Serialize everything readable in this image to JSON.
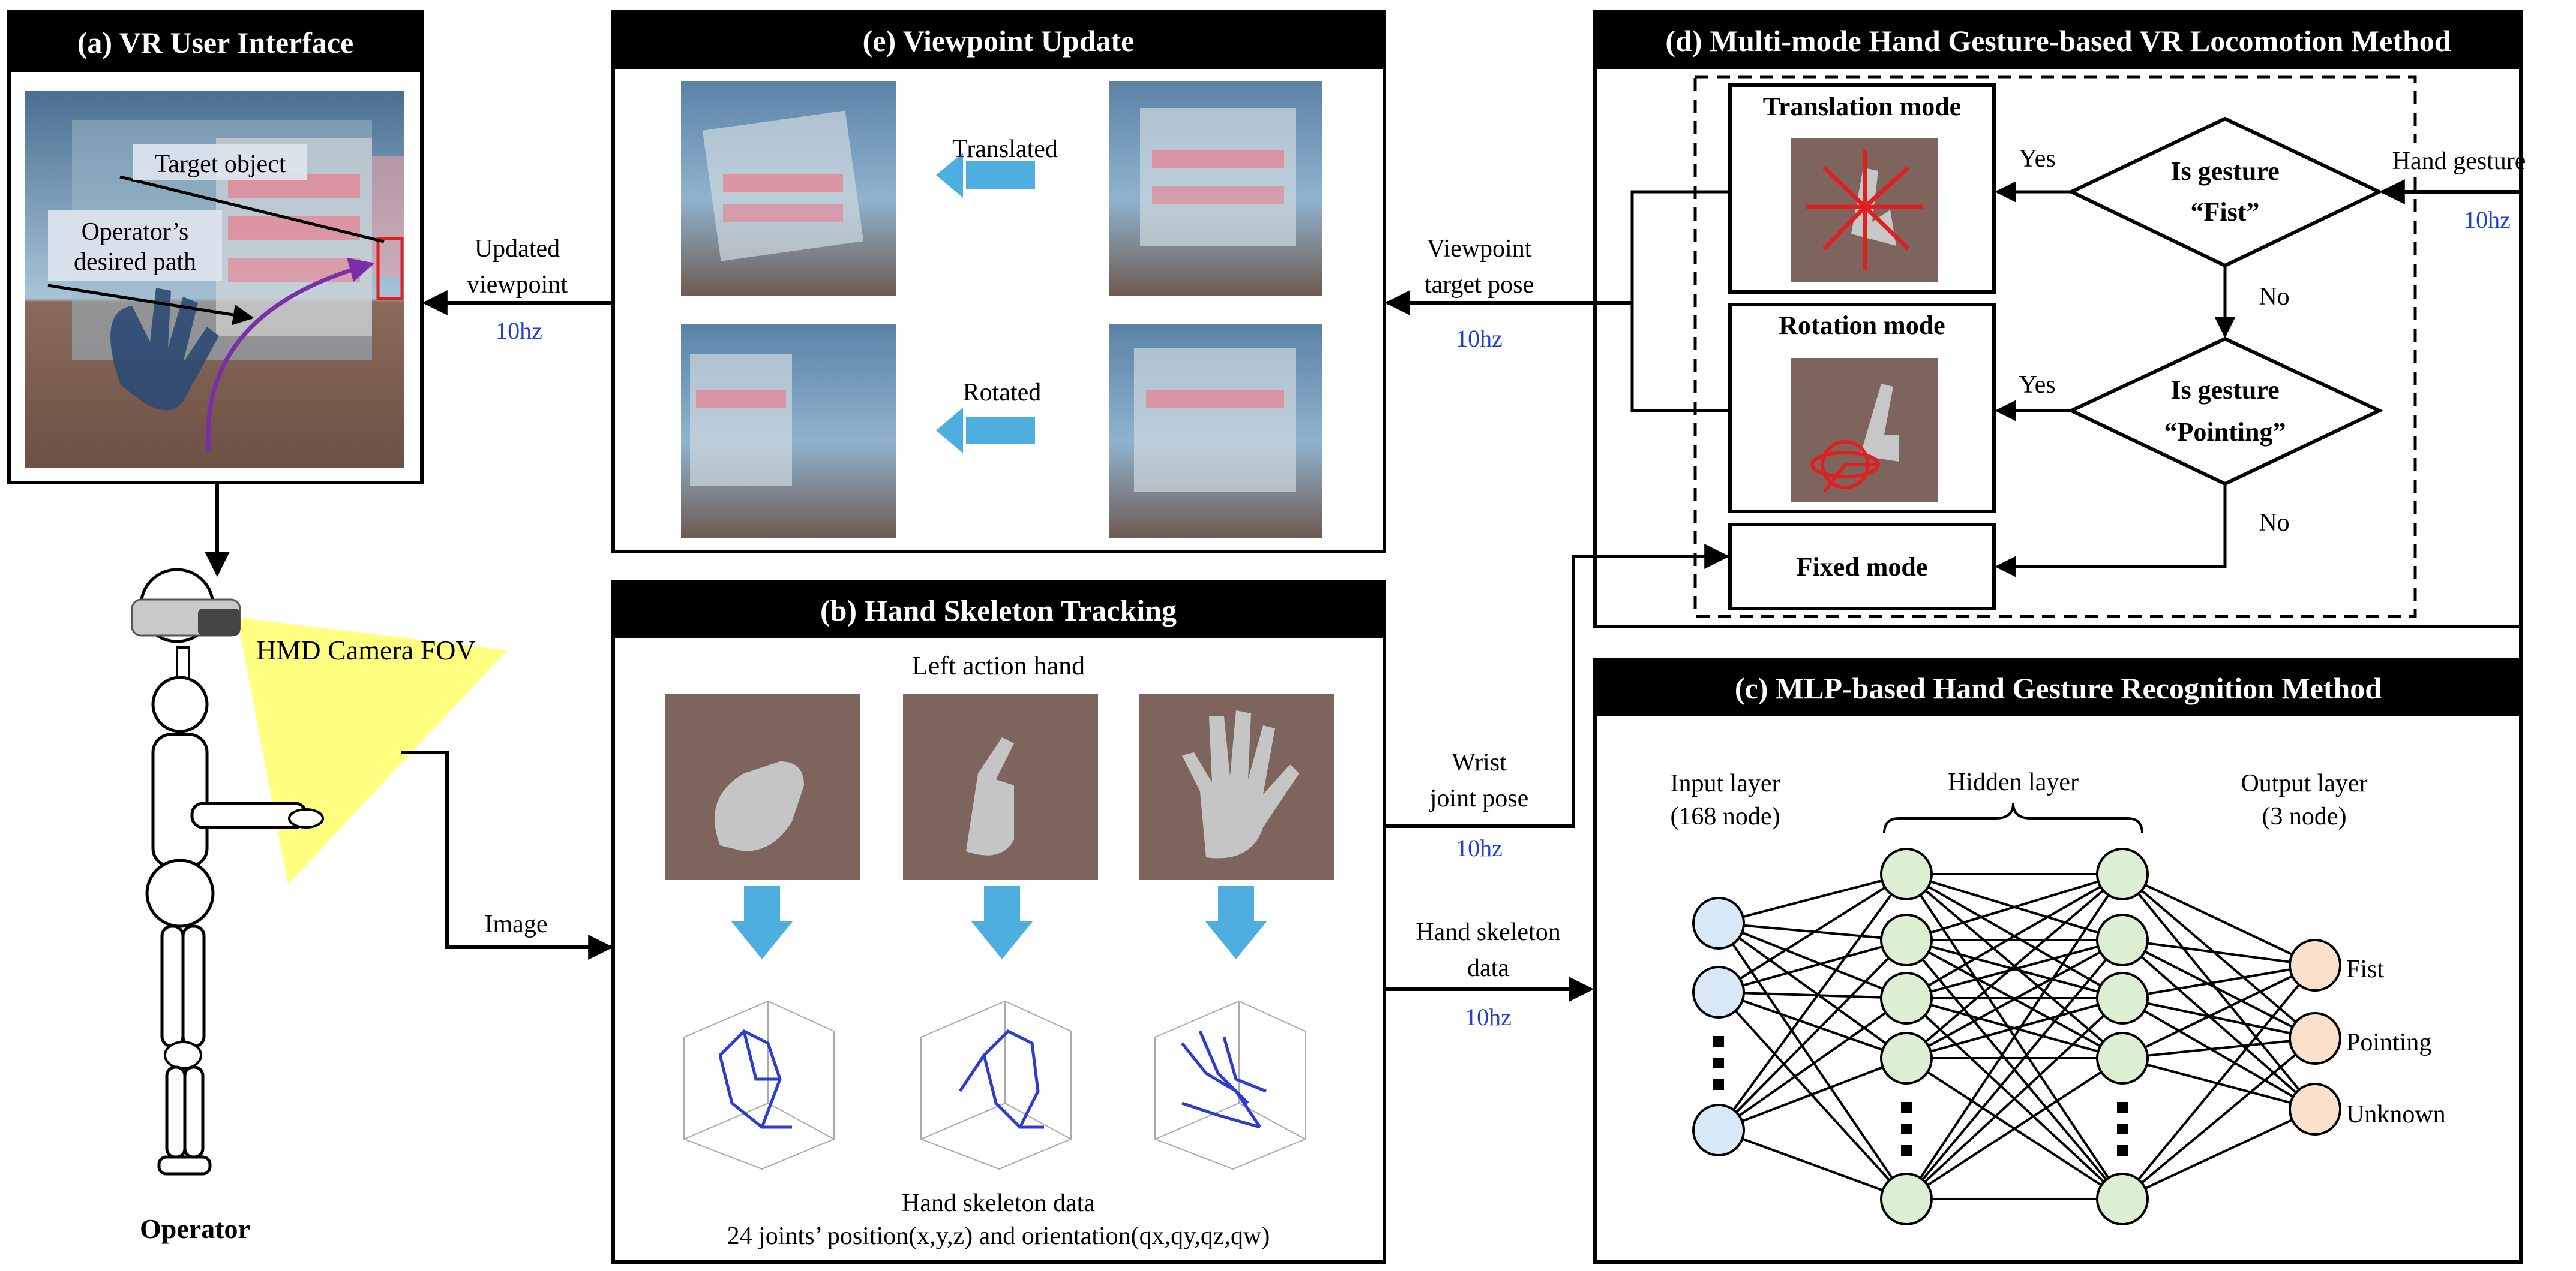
{
  "panels": {
    "a": {
      "title": "(a) VR User Interface",
      "target_object": "Target object",
      "desired_path_line1": "Operator’s",
      "desired_path_line2": "desired path"
    },
    "e": {
      "title": "(e) Viewpoint Update",
      "translated": "Translated",
      "rotated": "Rotated"
    },
    "d": {
      "title": "(d) Multi-mode Hand Gesture-based VR Locomotion Method",
      "translation_mode": "Translation mode",
      "rotation_mode": "Rotation mode",
      "fixed_mode": "Fixed mode",
      "decision_fist_line1": "Is gesture",
      "decision_fist_line2": "“Fist”",
      "decision_pointing_line1": "Is gesture",
      "decision_pointing_line2": "“Pointing”",
      "yes": "Yes",
      "no": "No"
    },
    "b": {
      "title": "(b) Hand Skeleton Tracking",
      "subtitle": "Left action hand",
      "caption_line1": "Hand skeleton data",
      "caption_line2": "24 joints’ position(x,y,z) and orientation(qx,qy,qz,qw)"
    },
    "c": {
      "title": "(c) MLP-based Hand Gesture Recognition Method",
      "input_layer_line1": "Input layer",
      "input_layer_line2": "(168 node)",
      "hidden_layer": "Hidden layer",
      "output_layer_line1": "Output layer",
      "output_layer_line2": "(3 node)",
      "outputs": [
        "Fist",
        "Pointing",
        "Unknown"
      ]
    }
  },
  "operator": {
    "label": "Operator",
    "fov_label": "HMD Camera FOV"
  },
  "connections": {
    "updated_viewpoint_line1": "Updated",
    "updated_viewpoint_line2": "viewpoint",
    "viewpoint_target_line1": "Viewpoint",
    "viewpoint_target_line2": "target pose",
    "hand_gesture": "Hand gesture",
    "wrist_line1": "Wrist",
    "wrist_line2": "joint pose",
    "skeleton_line1": "Hand skeleton",
    "skeleton_line2": "data",
    "image": "Image",
    "rate": "10hz"
  },
  "colors": {
    "header_bg": "#000000",
    "rate_text": "#1f3fd6",
    "arrow_blue": "#4faee0",
    "fov_yellow": "#ffff80",
    "path_purple": "#7a2ea8",
    "target_red": "#e02020",
    "input_node": "#d9e8f6",
    "hidden_node": "#dcefd3",
    "output_node": "#fbe0cc"
  }
}
